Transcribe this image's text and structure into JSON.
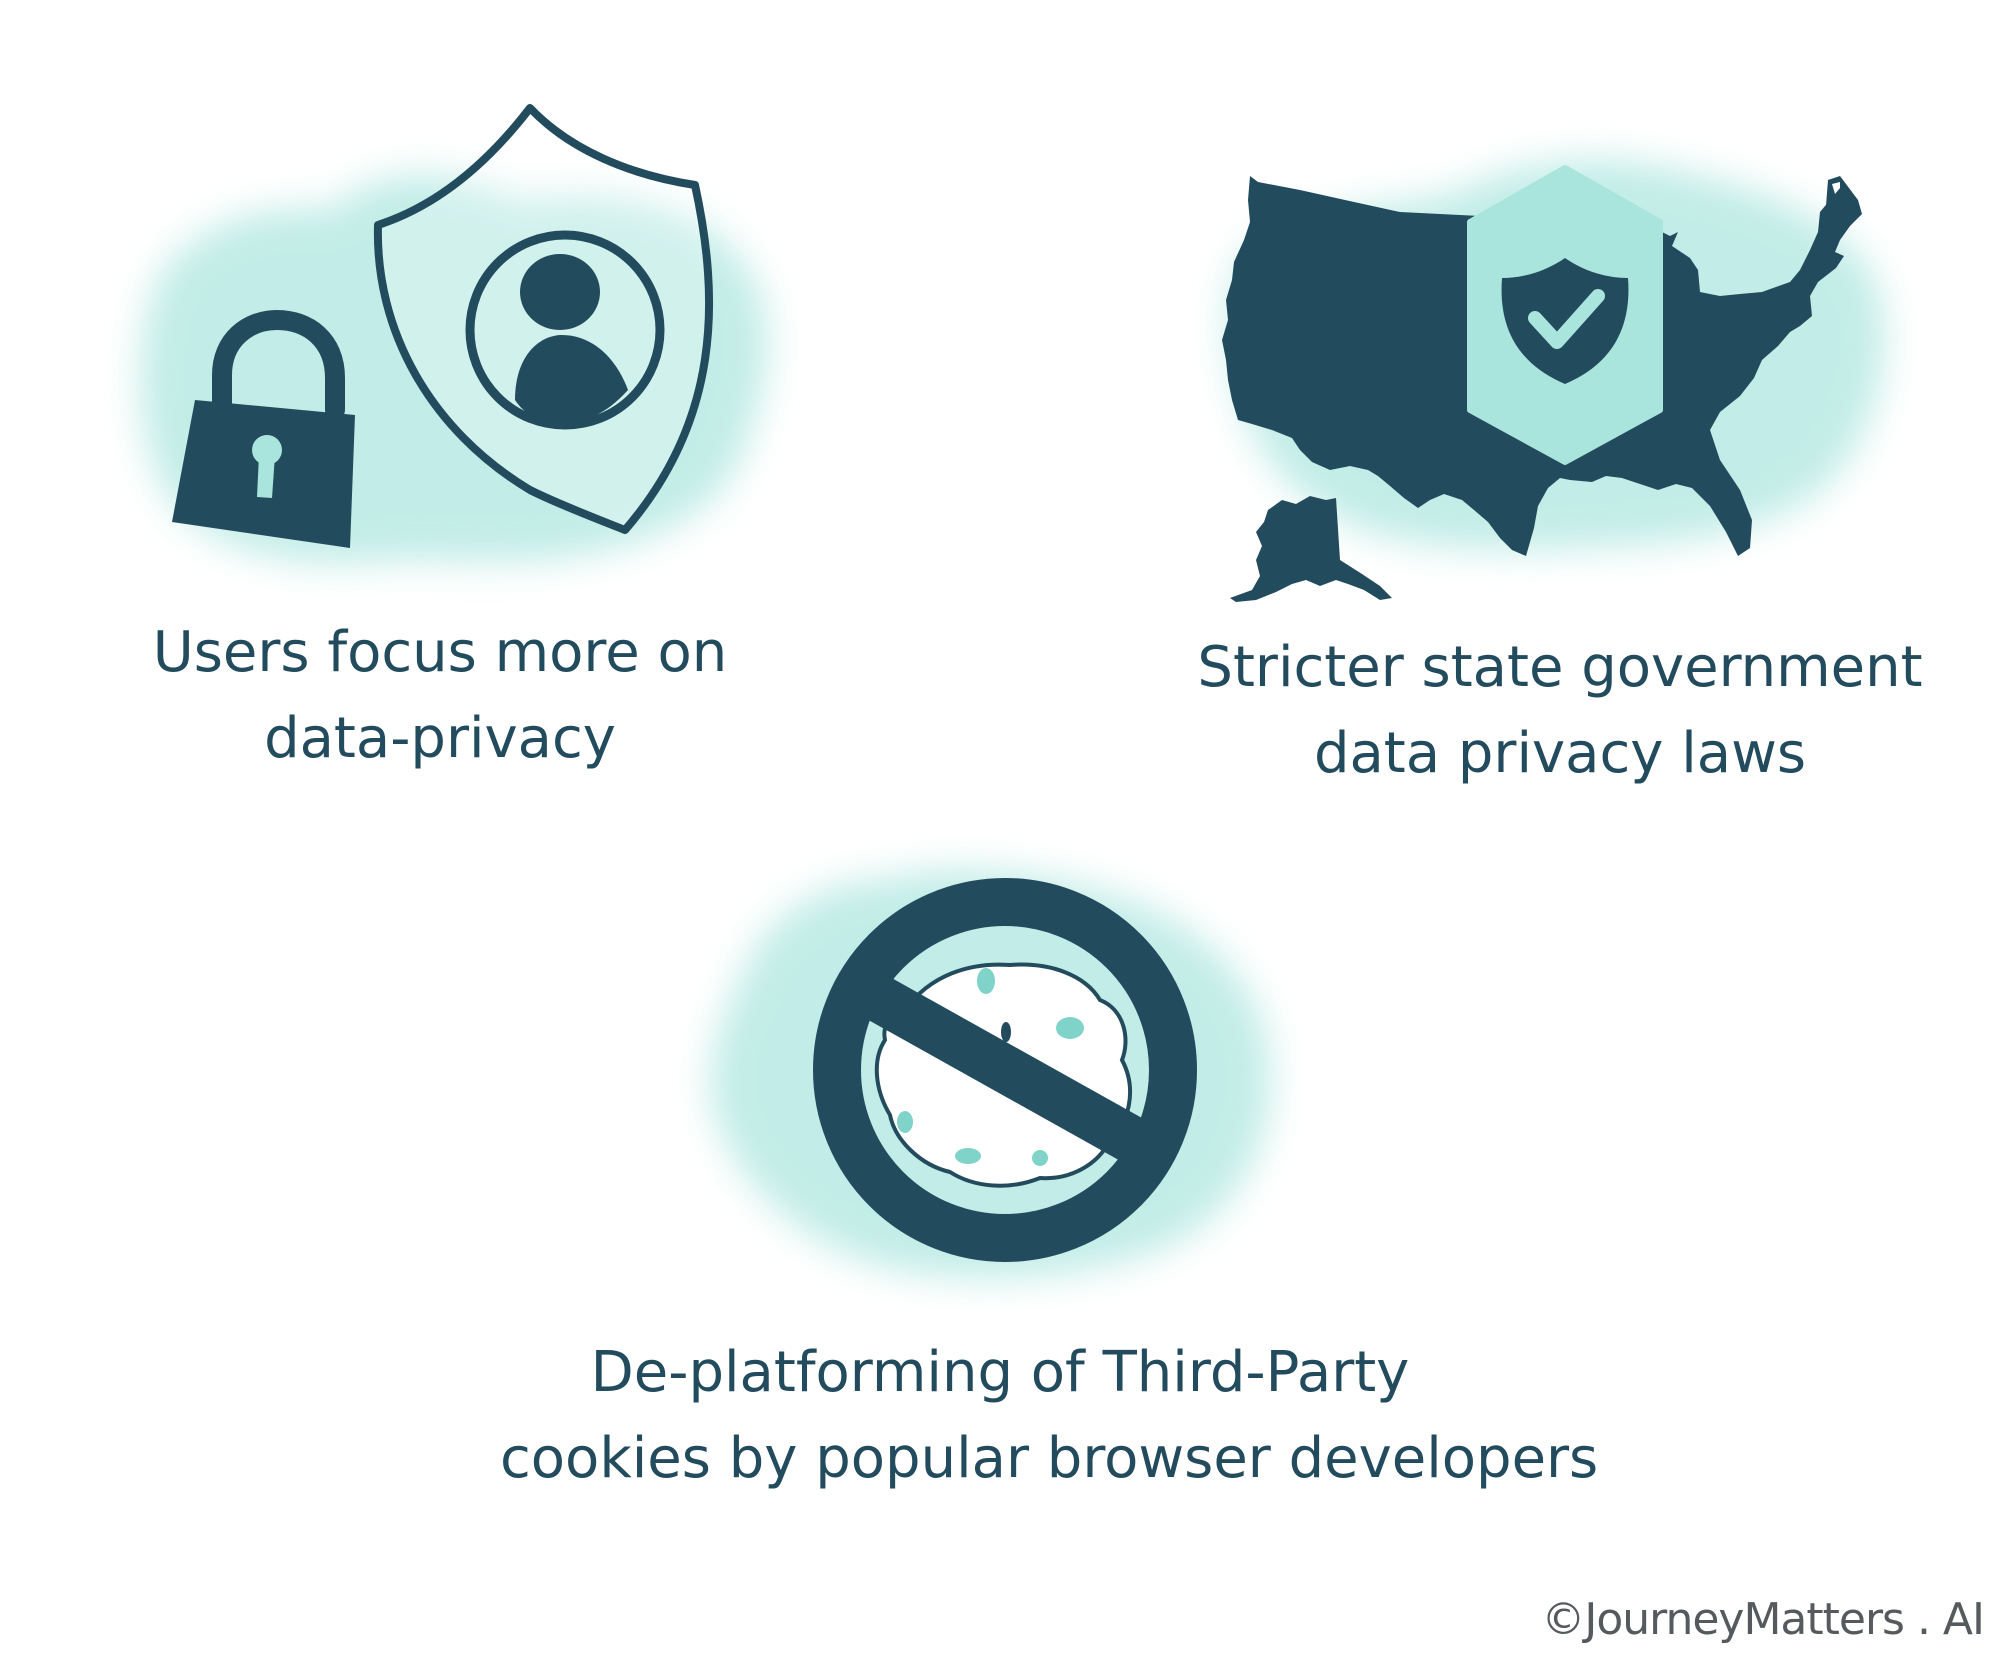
{
  "items": [
    {
      "icon": "lock-and-shield-person-icon",
      "caption_line1": "Users focus more on",
      "caption_line2": "data-privacy"
    },
    {
      "icon": "usa-map-shield-check-icon",
      "caption_line1": "Stricter state government",
      "caption_line2": "data privacy laws"
    },
    {
      "icon": "no-cookie-icon",
      "caption_line1": "De-platforming of Third-Party",
      "caption_line2": "cookies by popular browser developers"
    }
  ],
  "credit": "©JourneyMatters . AI",
  "colors": {
    "ink": "#234b5e",
    "wash": "#a9e5dd",
    "accent": "#7fd3c8"
  }
}
